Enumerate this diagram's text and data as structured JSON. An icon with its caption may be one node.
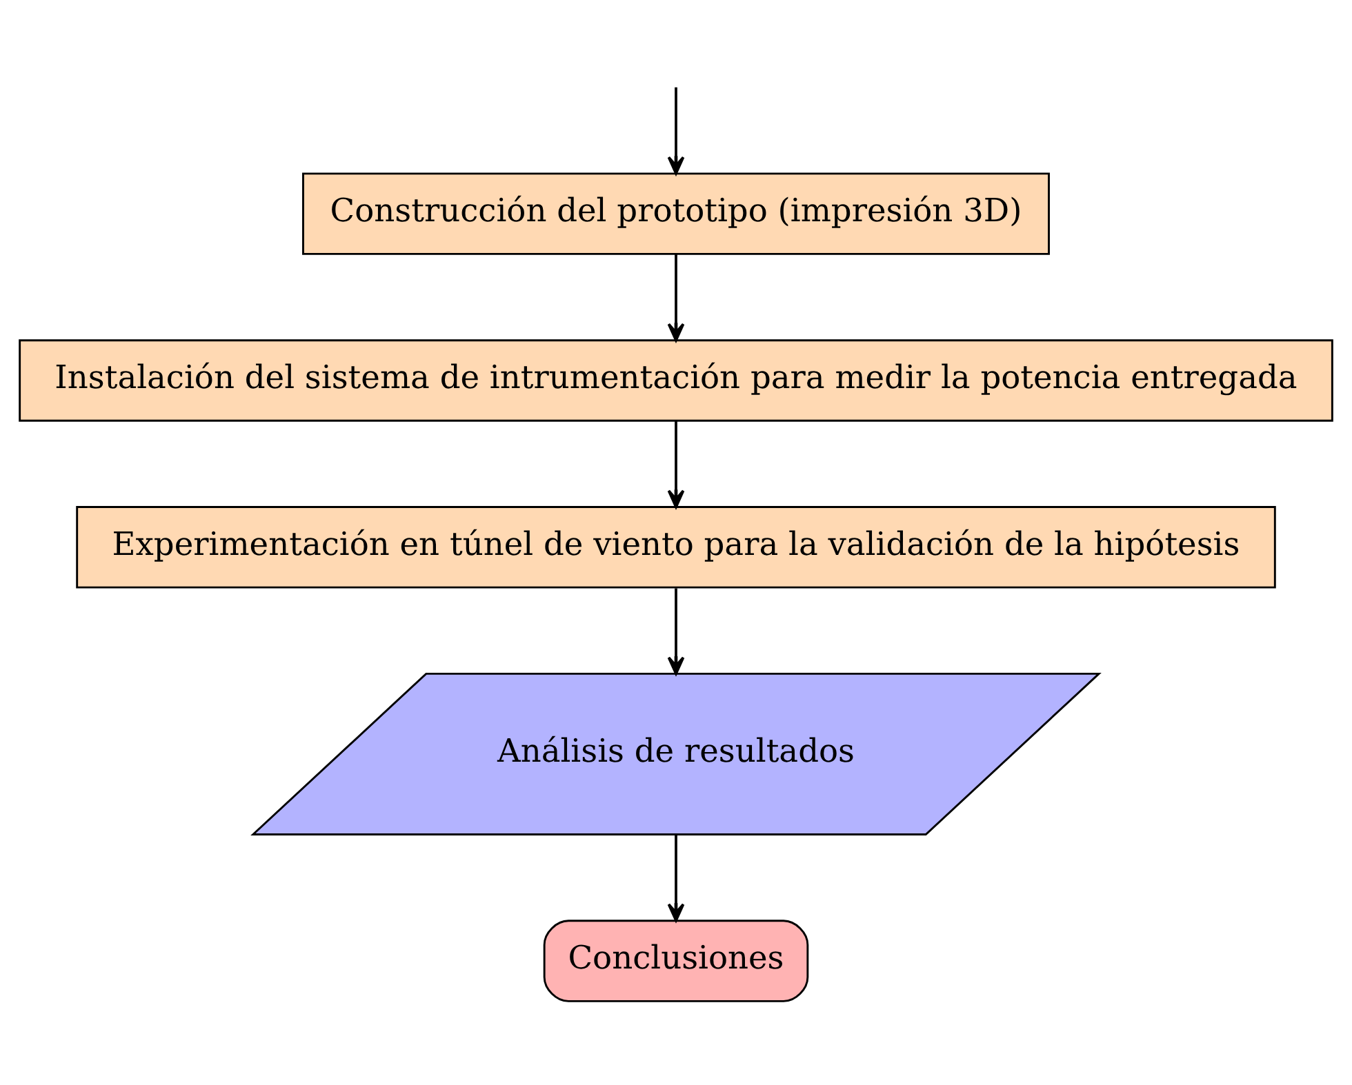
{
  "diagram": {
    "nodes": [
      {
        "text": [
          "Construcción del prototipo (impresión 3D)"
        ]
      },
      {
        "text": [
          "Instalación del sistema de intrumentación para medir la potencia entregada"
        ]
      },
      {
        "text": [
          "Experimentación en túnel de viento para la validación de la hipótesis"
        ]
      },
      {
        "text": [
          "Análisis de resultados"
        ]
      },
      {
        "text": [
          "Conclusiones"
        ]
      }
    ],
    "edges": [
      {
        "from": null,
        "to": 0,
        "arrow": "to"
      },
      {
        "from": 0,
        "to": 1,
        "arrow": "to"
      },
      {
        "from": 1,
        "to": 2,
        "arrow": "to"
      },
      {
        "from": 2,
        "to": 3,
        "arrow": "to"
      },
      {
        "from": 3,
        "to": 4,
        "arrow": "to"
      }
    ]
  }
}
